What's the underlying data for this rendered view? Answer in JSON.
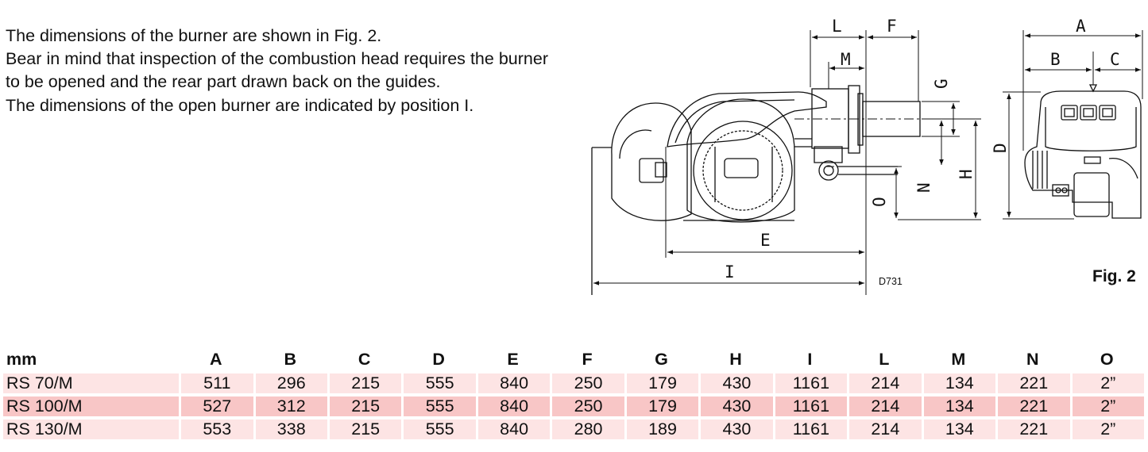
{
  "intro": {
    "paragraphs": [
      "The dimensions of the burner are shown in Fig. 2.",
      "Bear in mind that inspection of the combustion head requires the burner to be opened and the rear part drawn back on the guides.",
      "The dimensions of the open burner are indicated by position I."
    ]
  },
  "figure": {
    "label": "Fig. 2",
    "drawing_id": "D731",
    "dimension_letters": {
      "A": "A",
      "B": "B",
      "C": "C",
      "D": "D",
      "E": "E",
      "F": "F",
      "G": "G",
      "H": "H",
      "I": "I",
      "L": "L",
      "M": "M",
      "N": "N",
      "O": "O"
    }
  },
  "table": {
    "headers": [
      "mm",
      "A",
      "B",
      "C",
      "D",
      "E",
      "F",
      "G",
      "H",
      "I",
      "L",
      "M",
      "N",
      "O"
    ],
    "rows": [
      [
        "RS 70/M",
        "511",
        "296",
        "215",
        "555",
        "840",
        "250",
        "179",
        "430",
        "1161",
        "214",
        "134",
        "221",
        "2”"
      ],
      [
        "RS 100/M",
        "527",
        "312",
        "215",
        "555",
        "840",
        "250",
        "179",
        "430",
        "1161",
        "214",
        "134",
        "221",
        "2”"
      ],
      [
        "RS 130/M",
        "553",
        "338",
        "215",
        "555",
        "840",
        "280",
        "189",
        "430",
        "1161",
        "214",
        "134",
        "221",
        "2”"
      ]
    ]
  }
}
